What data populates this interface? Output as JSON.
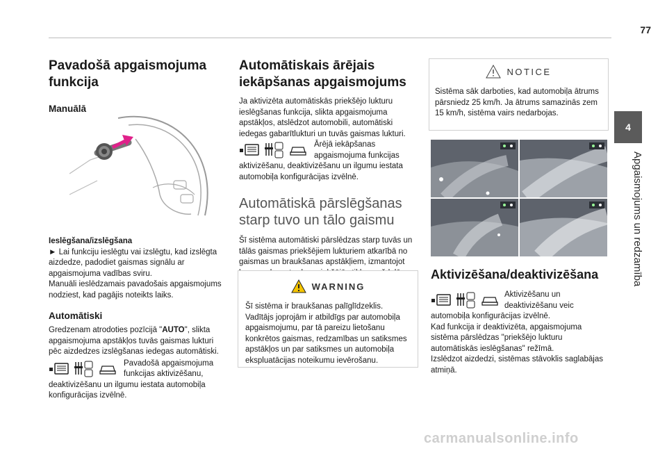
{
  "page": {
    "number": "77",
    "chapter_number": "4",
    "chapter_title": "Apgaismojums un redzamība",
    "footer_watermark": "carmanualsonline.info"
  },
  "col1": {
    "heading": "Pavadošā apgaismojuma funkcija",
    "manual_heading": "Manuālā",
    "onoff_title": "Ieslēgšana/izslēgšana",
    "onoff_bullet": "► Lai funkciju ieslēgtu vai izslēgtu, kad izslēgta aizdedze, padodiet gaismas signālu ar apgaismojuma vadības sviru.",
    "onoff_text": "Manuāli ieslēdzamais pavadošais apgaismojums nodziest, kad pagājis noteikts laiks.",
    "auto_heading": "Automātiski",
    "auto_text_pre": "Gredzenam atrodoties pozīcijā \"",
    "auto_text_bold": "AUTO",
    "auto_text_post": "\", slikta apgaismojuma apstākļos tuvās gaismas lukturi pēc aizdedzes izslēgšanas iedegas automātiski.",
    "auto_icons_text": "Pavadošā apgaismojuma funkcijas aktivizēšanu,",
    "auto_text_end": "deaktivizēšanu un ilgumu iestata automobiļa konfigurācijas izvēlnē."
  },
  "col2": {
    "heading": "Automātiskais ārējais iekāpšanas apgaismojums",
    "text1": "Ja aktivizēta automātiskās priekšējo lukturu ieslēgšanas funkcija, slikta apgaismojuma apstākļos, atslēdzot automobili, automātiski iedegas gabarītlukturi un tuvās gaismas lukturi.",
    "icons_text": "Ārējā iekāpšanas apgaismojuma funkcijas",
    "text1_end": "aktivizēšanu, deaktivizēšanu un ilgumu iestata automobiļa konfigurācijas izvēlnē.",
    "heading2": "Automātiskā pārslēgšanas starp tuvo un tālo gaismu",
    "text2": "Šī sistēma automātiski pārslēdzas starp tuvās un tālās gaismas priekšējiem lukturiem atkarībā no gaismas un braukšanas apstākļiem, izmantojot kameru, kas atrodas priekšējā stikla augšdaļā.",
    "warning_title": "WARNING",
    "warning_text": "Šī sistēma ir braukšanas palīglīdzeklis. Vadītājs joprojām ir atbildīgs par automobiļa apgaismojumu, par tā pareizu lietošanu konkrētos gaismas, redzamības un satiksmes apstākļos un par satiksmes un automobiļa ekspluatācijas noteikumu ievērošanu."
  },
  "col3": {
    "notice_title": "NOTICE",
    "notice_text": "Sistēma sāk darboties, kad automobiļa ātrums pārsniedz 25 km/h. Ja ātrums samazinās zem 15 km/h, sistēma vairs nedarbojas.",
    "heading": "Aktivizēšana/deaktivizēšana",
    "icons_text": "Aktivizēšanu un deaktivizēšanu veic",
    "text1": "automobiļa konfigurācijas izvēlnē.",
    "text2": "Kad funkcija ir deaktivizēta, apgaismojuma sistēma pārslēdzas \"priekšējo lukturu automātiskās ieslēgšanas\" režīmā.",
    "text3": "Izslēdzot aizdedzi, sistēmas stāvoklis saglabājas atmiņā."
  },
  "colors": {
    "chapter_tab": "#5b5b5b",
    "arrow_accent": "#e0218a",
    "warning_yellow": "#f5c400",
    "watermark": "#cfcfcf"
  }
}
